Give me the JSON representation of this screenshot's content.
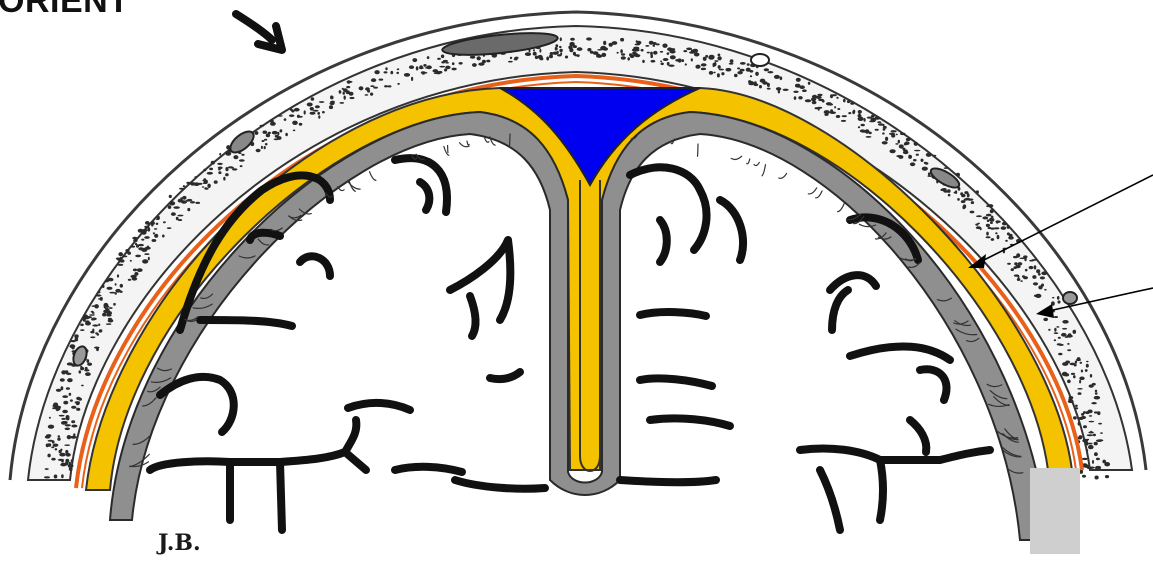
{
  "heading": {
    "text": "ORIENT"
  },
  "signature": {
    "text": "J.B."
  },
  "colors": {
    "superior_sagittal_sinus": "#0000f0",
    "dura": "#f5c200",
    "dura_outer_line": "#e8601a",
    "arachnoid": "#8f8f8f",
    "bone": "#2b2b2b",
    "outline": "#1a1a1a"
  },
  "icons": {
    "orient_arrow": "curved-arrow-down-right",
    "pointer_lines": "leader-line-arrows"
  }
}
